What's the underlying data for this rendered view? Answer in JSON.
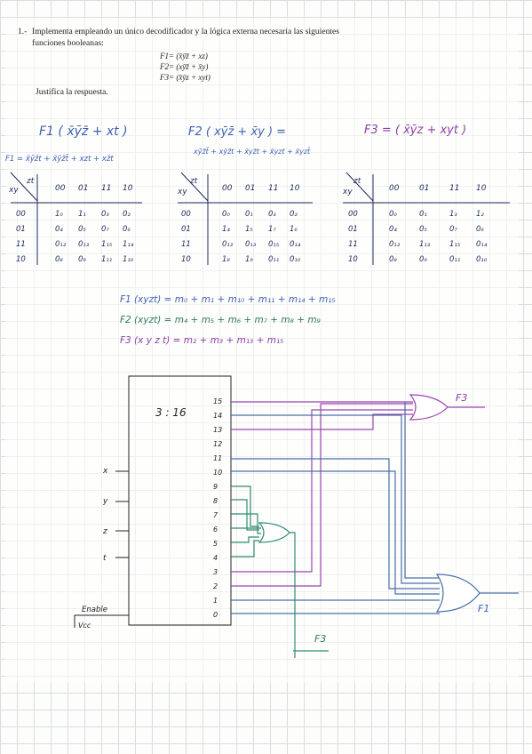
{
  "header": {
    "number": "1.-",
    "statement_line1": "Implementa empleando un único decodificador y la lógica externa necesaria las siguientes",
    "statement_line2": "funciones booleanas:",
    "f1": "F1= (x̄ȳz̄ + xz)",
    "f2": "F2= (xȳz̄ + x̄y)",
    "f3": "F3= (x̄ȳz + xyt)",
    "justify": "Justifica la respuesta."
  },
  "k1": {
    "title": "F1 ( x̄ȳz̄ + xt )",
    "expansion": "F1 = x̄ȳz̄t + x̄ȳz̄t̄ + xzt + xz̄t",
    "corner_top": "zt",
    "corner_left": "xy",
    "cols": [
      "00",
      "01",
      "11",
      "10"
    ],
    "rows": [
      "00",
      "01",
      "11",
      "10"
    ],
    "cells": [
      [
        "1₀",
        "1₁",
        "0₃",
        "0₂"
      ],
      [
        "0₄",
        "0₅",
        "0₇",
        "0₆"
      ],
      [
        "0₁₂",
        "0₁₃",
        "1₁₅",
        "1₁₄"
      ],
      [
        "0₈",
        "0₉",
        "1₁₁",
        "1₁₀"
      ]
    ]
  },
  "k2": {
    "title": "F2 ( xȳz̄ + x̄y ) =",
    "expansion": "xȳz̄t̄ + xȳz̄t + x̄yz̄t + x̄yzt + x̄yzt̄",
    "corner_top": "zt",
    "corner_left": "xy",
    "cols": [
      "00",
      "01",
      "11",
      "10"
    ],
    "rows": [
      "00",
      "01",
      "11",
      "10"
    ],
    "cells": [
      [
        "0₀",
        "0₁",
        "0₃",
        "0₂"
      ],
      [
        "1₄",
        "1₅",
        "1₇",
        "1₆"
      ],
      [
        "0₁₂",
        "0₁₃",
        "0₁₅",
        "0₁₄"
      ],
      [
        "1₈",
        "1₉",
        "0₁₁",
        "0₁₀"
      ]
    ]
  },
  "k3": {
    "title": "F3 = ( x̄ȳz + xyt )",
    "corner_top": "zt",
    "corner_left": "xy",
    "cols": [
      "00",
      "01",
      "11",
      "10"
    ],
    "rows": [
      "00",
      "01",
      "11",
      "10"
    ],
    "cells": [
      [
        "0₀",
        "0₁",
        "1₃",
        "1₂"
      ],
      [
        "0₄",
        "0₅",
        "0₇",
        "0₆"
      ],
      [
        "0₁₂",
        "1₁₃",
        "1₁₅",
        "0₁₄"
      ],
      [
        "0₈",
        "0₉",
        "0₁₁",
        "0₁₀"
      ]
    ]
  },
  "minterms": {
    "f1": "F1 (xyzt) = m₀ + m₁ + m₁₀ + m₁₁ + m₁₄ + m₁₅",
    "f2": "F2 (xyzt) = m₄ + m₅ + m₆ + m₇ + m₈ + m₉",
    "f3": "F3 (x y z t) = m₂ + m₃ + m₁₃ + m₁₅"
  },
  "circuit": {
    "decoder_label": "3 : 16",
    "outputs": [
      "15",
      "14",
      "13",
      "12",
      "11",
      "10",
      "9",
      "8",
      "7",
      "6",
      "5",
      "4",
      "3",
      "2",
      "1",
      "0"
    ],
    "inputs": [
      "x",
      "y",
      "z",
      "t"
    ],
    "enable_label": "Enable",
    "vcc_label": "Vcc",
    "out_f3_top": "F3",
    "out_f1": "F1",
    "out_f3_bottom": "F3",
    "colors": {
      "f1": "#4a70a8",
      "f2": "#2f8a70",
      "f3": "#9b46b0"
    }
  }
}
